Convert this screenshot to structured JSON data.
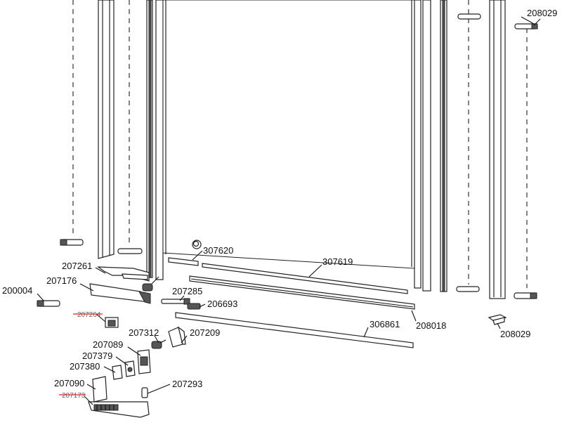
{
  "diagram": {
    "part_labels": [
      {
        "id": "l208029a",
        "text": "208029",
        "obsolete": false
      },
      {
        "id": "l307620",
        "text": "307620",
        "obsolete": false
      },
      {
        "id": "l307619",
        "text": "307619",
        "obsolete": false
      },
      {
        "id": "l207261",
        "text": "207261",
        "obsolete": false
      },
      {
        "id": "l207176",
        "text": "207176",
        "obsolete": false
      },
      {
        "id": "l200004",
        "text": "200004",
        "obsolete": false
      },
      {
        "id": "l207285",
        "text": "207285",
        "obsolete": false
      },
      {
        "id": "l206693",
        "text": "206693",
        "obsolete": false
      },
      {
        "id": "l207264",
        "text": "207264",
        "obsolete": true
      },
      {
        "id": "l208018",
        "text": "208018",
        "obsolete": false
      },
      {
        "id": "l208029b",
        "text": "208029",
        "obsolete": false
      },
      {
        "id": "l306861",
        "text": "306861",
        "obsolete": false
      },
      {
        "id": "l207312",
        "text": "207312",
        "obsolete": false
      },
      {
        "id": "l207209",
        "text": "207209",
        "obsolete": false
      },
      {
        "id": "l207089",
        "text": "207089",
        "obsolete": false
      },
      {
        "id": "l207379",
        "text": "207379",
        "obsolete": false
      },
      {
        "id": "l207380",
        "text": "207380",
        "obsolete": false
      },
      {
        "id": "l207090",
        "text": "207090",
        "obsolete": false
      },
      {
        "id": "l207293",
        "text": "207293",
        "obsolete": false
      },
      {
        "id": "l207173",
        "text": "207173",
        "obsolete": true
      }
    ],
    "colors": {
      "line": "#111111",
      "obsolete_strike": "#e02020",
      "part_fill": "#ffffff",
      "dark_fill": "#555555"
    }
  }
}
